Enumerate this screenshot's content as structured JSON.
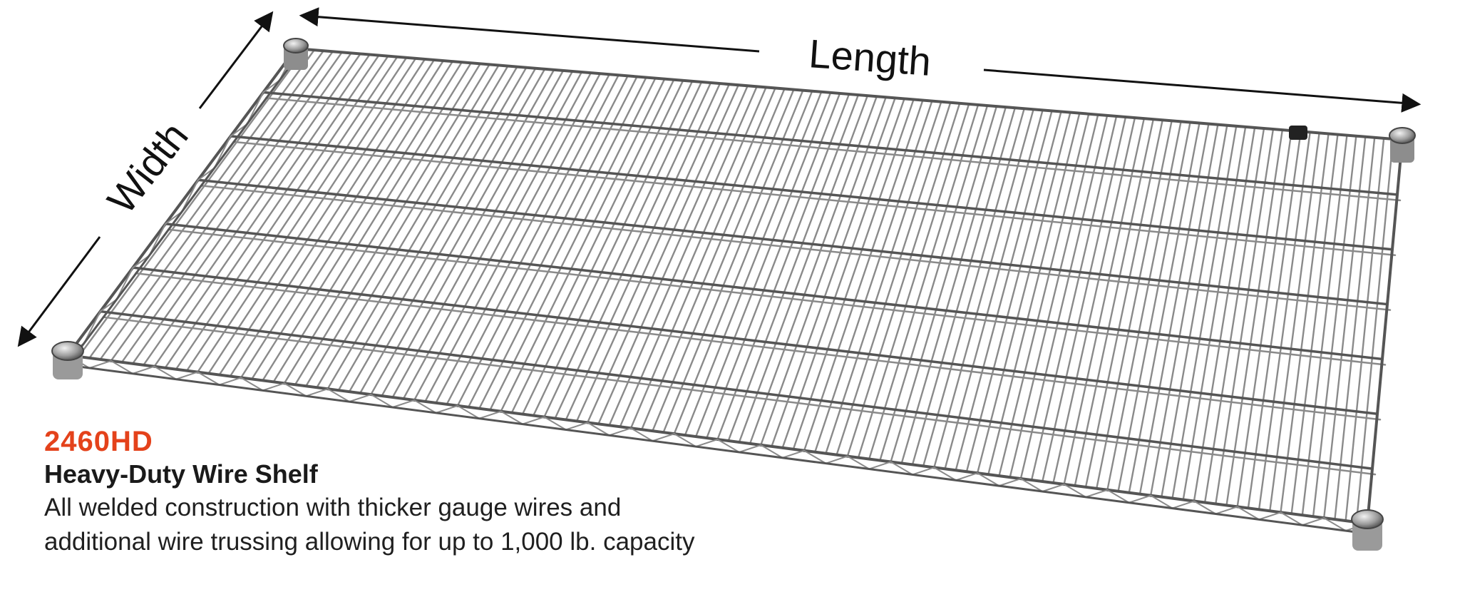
{
  "colors": {
    "accent": "#e4421b",
    "wire": "#8a8a8a",
    "wire_dark": "#555555",
    "text": "#111111"
  },
  "dimensions": {
    "length_label": "Length",
    "width_label": "Width"
  },
  "product": {
    "model": "2460HD",
    "name": "Heavy-Duty Wire Shelf",
    "description_line1": "All welded construction with thicker gauge wires and",
    "description_line2": "additional wire trussing allowing for up to 1,000 lb. capacity"
  }
}
